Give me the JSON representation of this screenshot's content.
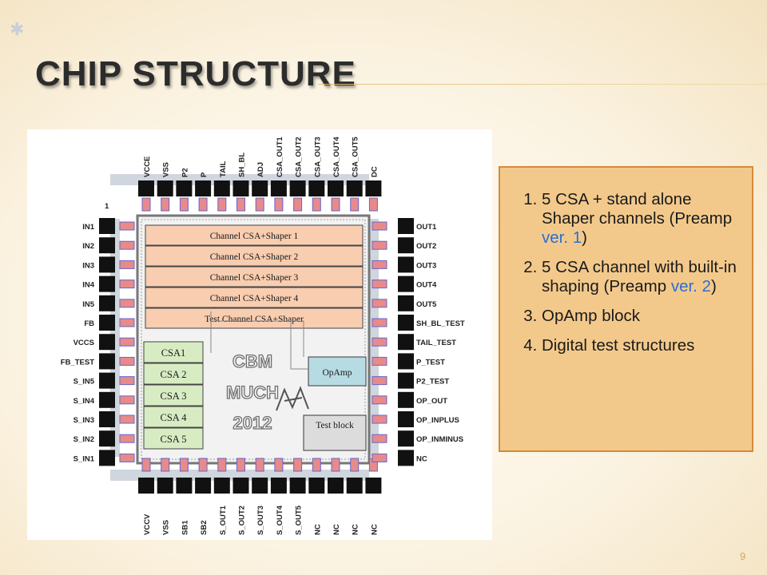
{
  "slide": {
    "title": "CHIP STRUCTURE",
    "page_number": "9"
  },
  "diagram": {
    "corner_label": "1",
    "top_pins": [
      "VCCE",
      "VSS",
      "P2",
      "P",
      "TAIL",
      "SH_BL",
      "ADJ",
      "CSA_OUT1",
      "CSA_OUT2",
      "CSA_OUT3",
      "CSA_OUT4",
      "CSA_OUT5",
      "DC"
    ],
    "bottom_pins": [
      "VCCV",
      "VSS",
      "SB1",
      "SB2",
      "S_OUT1",
      "S_OUT2",
      "S_OUT3",
      "S_OUT4",
      "S_OUT5",
      "NC",
      "NC",
      "NC",
      "NC"
    ],
    "left_pins": [
      "IN1",
      "IN2",
      "IN3",
      "IN4",
      "IN5",
      "FB",
      "VCCS",
      "FB_TEST",
      "S_IN5",
      "S_IN4",
      "S_IN3",
      "S_IN2",
      "S_IN1"
    ],
    "right_pins": [
      "OUT1",
      "OUT2",
      "OUT3",
      "OUT4",
      "OUT5",
      "SH_BL_TEST",
      "TAIL_TEST",
      "P_TEST",
      "P2_TEST",
      "OP_OUT",
      "OP_INPLUS",
      "OP_INMINUS",
      "NC"
    ],
    "channels": [
      "Channel CSA+Shaper 1",
      "Channel CSA+Shaper 2",
      "Channel CSA+Shaper 3",
      "Channel CSA+Shaper 4",
      "Test Channel CSA+Shaper"
    ],
    "csa_blocks": [
      "CSA1",
      "CSA 2",
      "CSA 3",
      "CSA 4",
      "CSA 5"
    ],
    "opamp_label": "OpAmp",
    "test_block_label": "Test block",
    "logo_lines": [
      "CBM",
      "MUCH",
      "2012"
    ]
  },
  "callout": {
    "items": [
      {
        "number": "1.",
        "text": "5 CSA + stand alone Shaper channels (Preamp ",
        "ver": "ver. 1",
        ")": ")"
      },
      {
        "number": "2.",
        "text": "5 CSA channel with built-in shaping (Preamp ",
        "ver": "ver. 2",
        ")": ")"
      },
      {
        "number": "3.",
        "text": "OpAmp block"
      },
      {
        "number": "4.",
        "text": "Digital test structures"
      }
    ]
  },
  "colors": {
    "channel_fill": "#f8cdb0",
    "csa_fill": "#d8ecc3",
    "opamp_fill": "#b7dbe3",
    "test_block_fill": "#dcdcdc",
    "pad_fill": "#111111",
    "callout_fill": "#f3c98b",
    "callout_border": "#d48a3a",
    "version_text": "#2b6fd0"
  }
}
